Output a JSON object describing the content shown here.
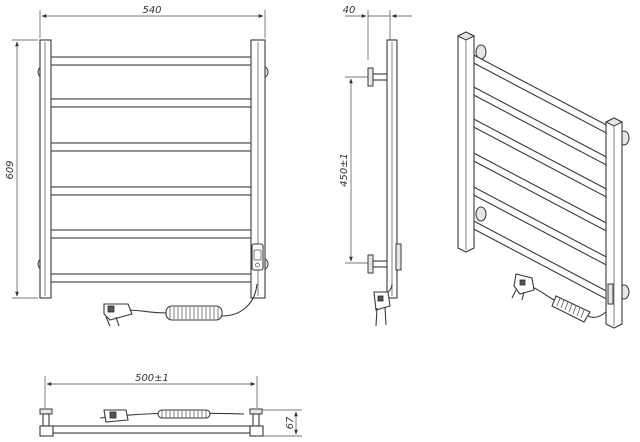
{
  "dimensions": {
    "front_width": "540",
    "front_height": "609",
    "side_depth": "40",
    "mount_spacing": "450±1",
    "top_width": "500±1",
    "top_depth": "67"
  },
  "colors": {
    "line": "#3a3a3a",
    "background": "#ffffff"
  }
}
